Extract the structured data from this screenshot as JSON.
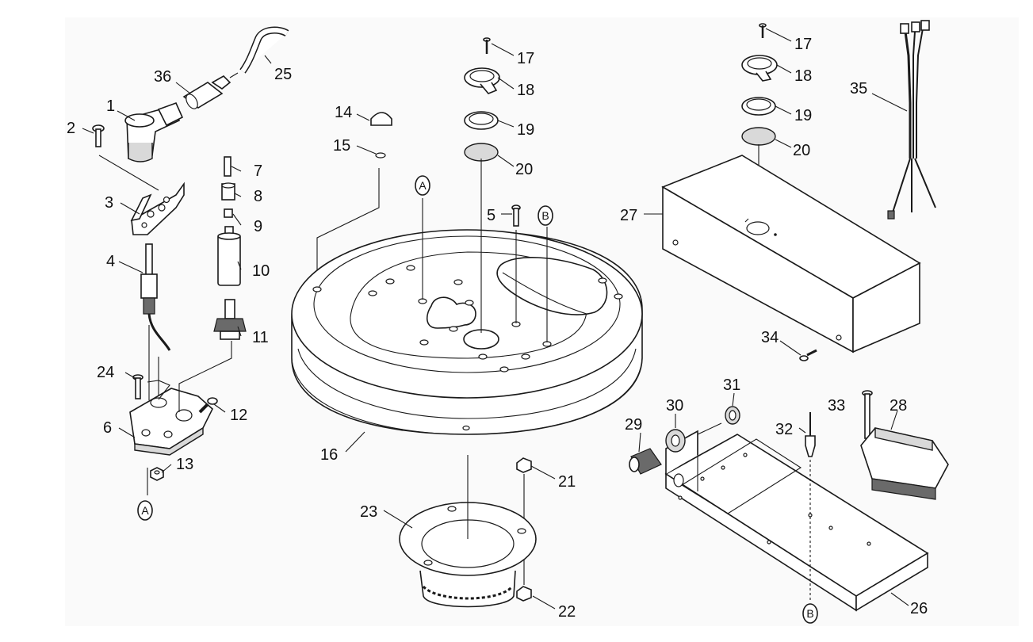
{
  "diagram": {
    "callouts": {
      "c1": "1",
      "c2": "2",
      "c3": "3",
      "c4": "4",
      "c5": "5",
      "c6": "6",
      "c7": "7",
      "c8": "8",
      "c9": "9",
      "c10": "10",
      "c11": "11",
      "c12": "12",
      "c13": "13",
      "c14": "14",
      "c15": "15",
      "c16": "16",
      "c17a": "17",
      "c18a": "18",
      "c19a": "19",
      "c20a": "20",
      "c17b": "17",
      "c18b": "18",
      "c19b": "19",
      "c20b": "20",
      "c21": "21",
      "c22": "22",
      "c23": "23",
      "c24": "24",
      "c25": "25",
      "c26": "26",
      "c27": "27",
      "c28": "28",
      "c29": "29",
      "c30": "30",
      "c31": "31",
      "c32": "32",
      "c33": "33",
      "c34": "34",
      "c35": "35",
      "c36": "36"
    },
    "refs": {
      "a_plate": "A",
      "a_bracket": "A",
      "b_plate": "B",
      "b_base": "B"
    }
  }
}
